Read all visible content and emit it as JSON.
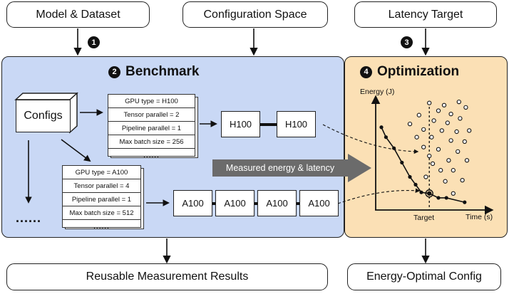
{
  "inputs": {
    "model_dataset": "Model & Dataset",
    "config_space": "Configuration Space",
    "latency_target": "Latency Target"
  },
  "outputs": {
    "reusable": "Reusable Measurement Results",
    "energy_optimal": "Energy-Optimal Config"
  },
  "steps": {
    "one": "1",
    "two": "2",
    "three": "3",
    "four": "4"
  },
  "benchmark": {
    "title": "Benchmark",
    "configs_label": "Configs",
    "more": "......",
    "h100_config": {
      "rows": [
        "GPU type = H100",
        "Tensor parallel = 2",
        "Pipeline parallel = 1",
        "Max batch size = 256"
      ],
      "ellipsis": "......"
    },
    "a100_config": {
      "rows": [
        "GPU type = A100",
        "Tensor parallel = 4",
        "Pipeline parallel = 1",
        "Max batch size = 512"
      ],
      "ellipsis": "......"
    },
    "h100_gpus": [
      "H100",
      "H100"
    ],
    "a100_gpus": [
      "A100",
      "A100",
      "A100",
      "A100"
    ],
    "measured_label": "Measured energy & latency"
  },
  "optimization": {
    "title": "Optimization",
    "y_axis_label": "Energy (J)",
    "x_axis_label": "Time (s)",
    "target_label": "Target"
  },
  "colors": {
    "benchmark_bg": "#c9d8f5",
    "optimization_bg": "#fbe0b5",
    "arrow_gray": "#6b6b6b"
  },
  "chart_data": {
    "type": "scatter",
    "title": "",
    "xlabel": "Time (s)",
    "ylabel": "Energy (J)",
    "xlim": [
      0,
      1
    ],
    "ylim": [
      0,
      1
    ],
    "target_x": 0.47,
    "series": [
      {
        "points": [
          [
            0.47,
            0.97
          ],
          [
            0.6,
            0.95
          ],
          [
            0.73,
            0.98
          ],
          [
            0.79,
            0.93
          ],
          [
            0.55,
            0.9
          ],
          [
            0.38,
            0.86
          ],
          [
            0.66,
            0.87
          ],
          [
            0.74,
            0.83
          ],
          [
            0.51,
            0.81
          ],
          [
            0.3,
            0.78
          ],
          [
            0.63,
            0.79
          ],
          [
            0.42,
            0.73
          ],
          [
            0.58,
            0.72
          ],
          [
            0.71,
            0.71
          ],
          [
            0.82,
            0.72
          ],
          [
            0.36,
            0.66
          ],
          [
            0.49,
            0.66
          ],
          [
            0.66,
            0.63
          ],
          [
            0.78,
            0.62
          ],
          [
            0.42,
            0.57
          ],
          [
            0.55,
            0.55
          ],
          [
            0.72,
            0.53
          ],
          [
            0.47,
            0.49
          ],
          [
            0.64,
            0.45
          ],
          [
            0.8,
            0.45
          ],
          [
            0.5,
            0.42
          ],
          [
            0.57,
            0.36
          ],
          [
            0.68,
            0.36
          ],
          [
            0.44,
            0.3
          ],
          [
            0.61,
            0.26
          ],
          [
            0.76,
            0.27
          ],
          [
            0.47,
            0.15
          ],
          [
            0.68,
            0.15
          ]
        ]
      },
      {
        "points": [
          [
            0.05,
            0.75
          ],
          [
            0.09,
            0.66
          ],
          [
            0.16,
            0.56
          ],
          [
            0.23,
            0.43
          ],
          [
            0.3,
            0.3
          ],
          [
            0.35,
            0.23
          ],
          [
            0.4,
            0.16
          ],
          [
            0.47,
            0.15
          ],
          [
            0.55,
            0.11
          ],
          [
            0.62,
            0.11
          ],
          [
            0.78,
            0.07
          ]
        ]
      }
    ]
  }
}
